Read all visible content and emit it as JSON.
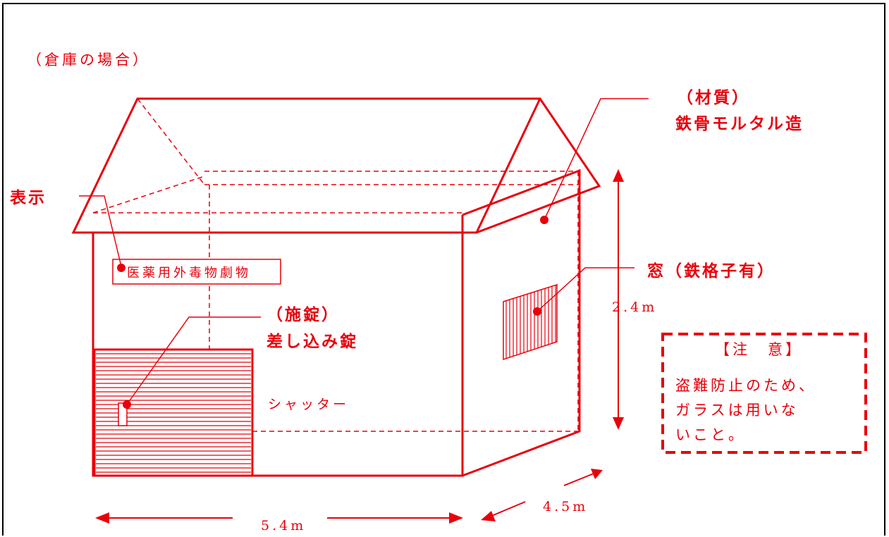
{
  "caption": "（倉庫の場合）",
  "labels": {
    "display": "表示",
    "sign_text": "医薬用外毒物劇物",
    "material_title": "（材質）",
    "material_value": "鉄骨モルタル造",
    "window": "窓（鉄格子有）",
    "lock_title": "（施錠）",
    "lock_value": "差し込み錠",
    "shutter": "シャッター",
    "height": "2.4m",
    "width": "5.4m",
    "depth": "4.5m"
  },
  "note": {
    "title": "【注　意】",
    "line1": "盗難防止のため、",
    "line2": "ガラスは用いな",
    "line3": "いこと。"
  },
  "colors": {
    "accent": "#e8000b",
    "frame": "#000000"
  }
}
